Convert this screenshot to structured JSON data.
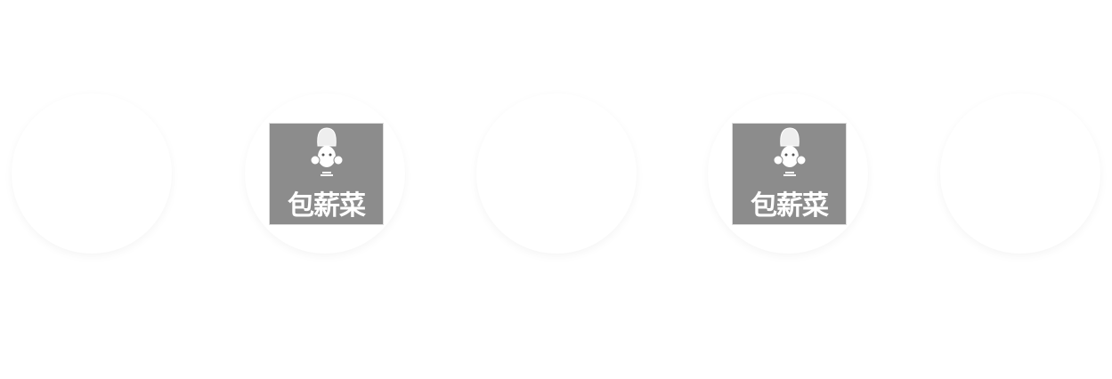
{
  "partners": [
    {
      "name": ""
    },
    {
      "name": "包薪菜",
      "logo": "baoxincai-logo"
    },
    {
      "name": ""
    },
    {
      "name": "包薪菜",
      "logo": "baoxincai-logo"
    },
    {
      "name": ""
    }
  ],
  "colors": {
    "logo_bg": "#8c8c8c"
  }
}
